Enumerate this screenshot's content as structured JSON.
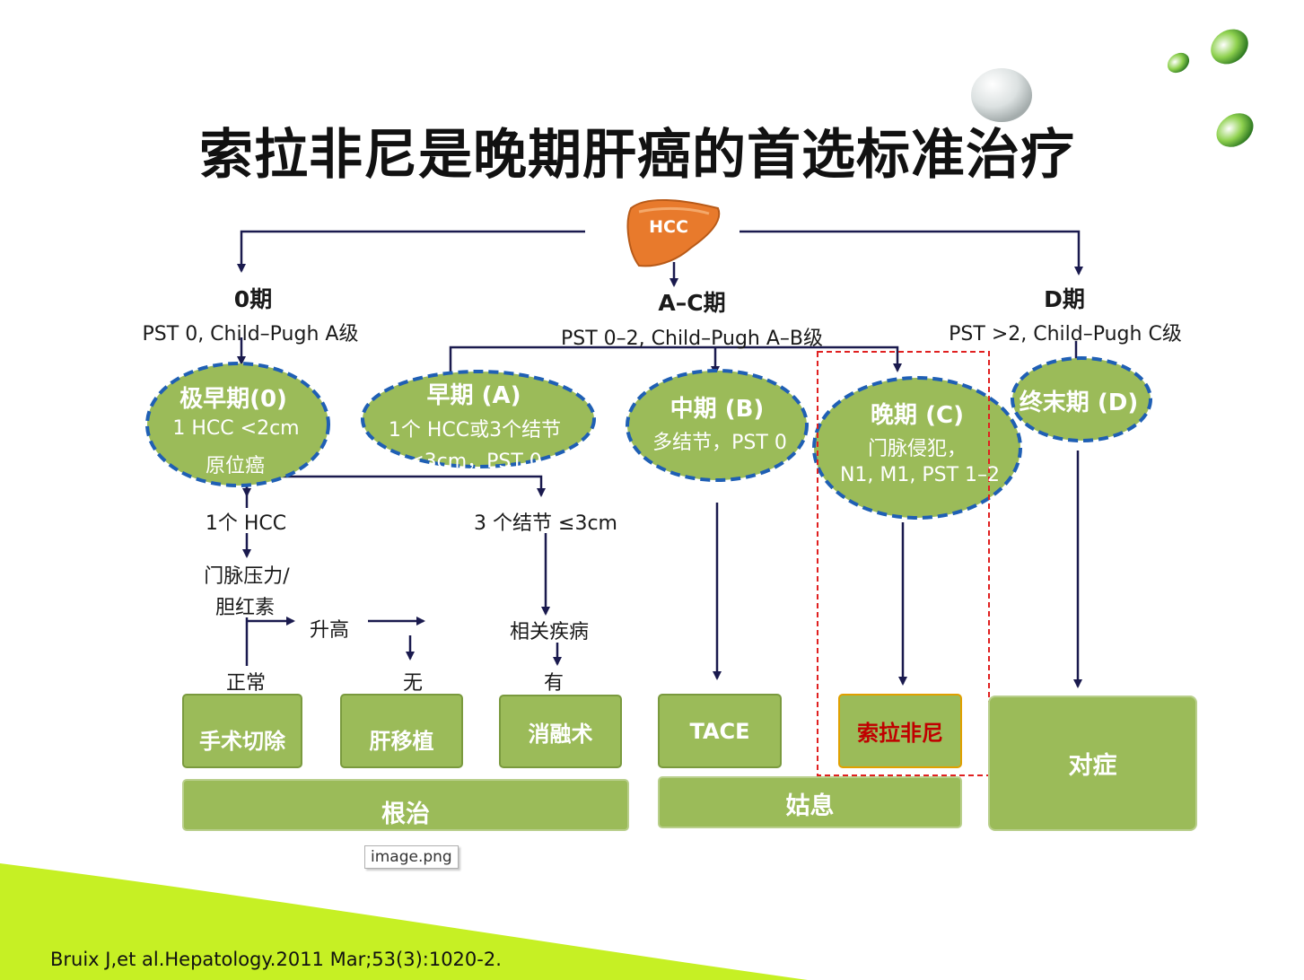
{
  "title": "索拉非尼是晚期肝癌的首选标准治疗",
  "root": {
    "label": "HCC"
  },
  "stages": {
    "s0": {
      "name": "0期",
      "criteria": "PST 0, Child–Pugh A级"
    },
    "sac": {
      "name": "A–C期",
      "criteria": "PST 0–2, Child–Pugh A–B级"
    },
    "sd": {
      "name": "D期",
      "criteria": "PST >2, Child–Pugh C级"
    }
  },
  "ovals": {
    "very_early": {
      "title": "极早期(0)",
      "line1": "1 HCC <2cm",
      "line2": "原位癌"
    },
    "early": {
      "title": "早期 (A)",
      "line1": "1个 HCC或3个结节",
      "line2": "<3cm，PST 0"
    },
    "intermediate": {
      "title": "中期 (B)",
      "line1": "多结节，PST 0"
    },
    "advanced": {
      "title": "晚期 (C)",
      "line1": "门脉侵犯，",
      "line2": "N1, M1, PST 1–2"
    },
    "terminal": {
      "title": "终末期 (D)"
    }
  },
  "flow_labels": {
    "one_hcc": "1个 HCC",
    "three_nodules": "3 个结节 ≤3cm",
    "portal_pressure_1": "门脉压力/",
    "portal_pressure_2": "胆红素",
    "elevated": "升高",
    "related_disease": "相关疾病",
    "normal": "正常",
    "none": "无",
    "present": "有"
  },
  "treatments": {
    "resection": "手术切除",
    "transplant": "肝移植",
    "ablation": "消融术",
    "tace": "TACE",
    "sorafenib": "索拉非尼",
    "symptomatic": "对症"
  },
  "categories": {
    "curative": "根治",
    "palliative": "姑息"
  },
  "image_tag": "image.png",
  "citation": "Bruix J,et al.Hepatology.2011 Mar;53(3):1020-2.",
  "colors": {
    "node_green": "#9bbb59",
    "oval_border": "#1f5fb4",
    "arrow": "#1a1a4e",
    "highlight_box": "#e02020",
    "sorafenib_text": "#c00000",
    "liver": "#e87a2c",
    "deco_green": "#c6f024"
  }
}
